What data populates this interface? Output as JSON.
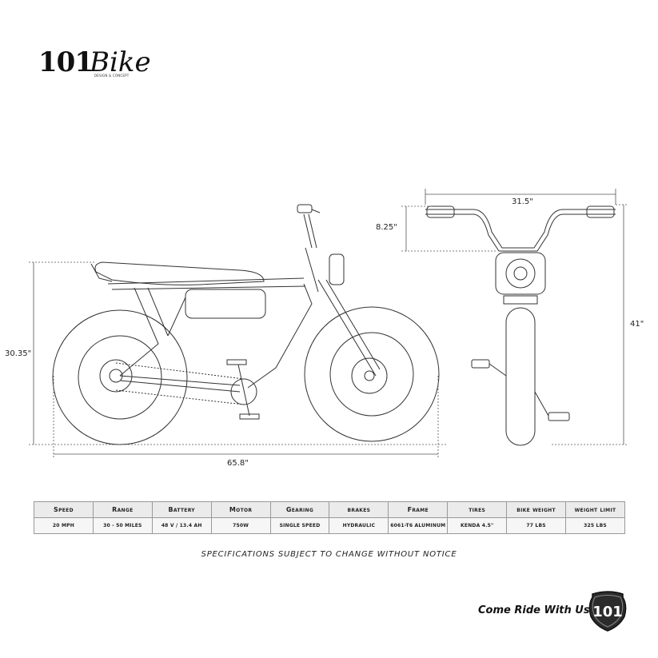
{
  "brand": {
    "logo_number": "101",
    "logo_word": "Bike",
    "logo_tagline": "DESIGN & CONCEPT",
    "badge_text": "101"
  },
  "dimensions": {
    "length": "65.8\"",
    "side_height": "30.35\"",
    "handlebar_width": "31.5\"",
    "handlebar_rise": "8.25\"",
    "front_height": "41\""
  },
  "specs": {
    "headers": [
      "Speed",
      "Range",
      "Battery",
      "Motor",
      "Gearing",
      "brakes",
      "Frame",
      "tires",
      "bike weight",
      "weight limit"
    ],
    "values": [
      "20 MPH",
      "30 - 50 MILES",
      "48 V / 13.4 AH",
      "750W",
      "SINGLE SPEED",
      "HYDRAULIC",
      "6061-T6 ALUMINUM",
      "KENDA 4.5\"",
      "77 LBS",
      "325 LBS"
    ]
  },
  "notice": "SPECIFICATIONS SUBJECT TO CHANGE WITHOUT NOTICE",
  "cta": "Come Ride With Us!",
  "colors": {
    "line": "#333333",
    "table_header_bg": "#ebebeb",
    "table_value_bg": "#f6f6f6"
  }
}
